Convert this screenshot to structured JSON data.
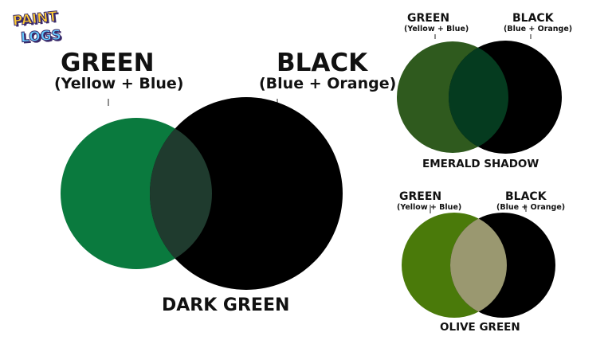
{
  "brand": {
    "line1": "PAINT",
    "line2": "LOGS"
  },
  "main": {
    "left": {
      "name": "GREEN",
      "recipe": "(Yellow + Blue)",
      "color": "#0a7a3e"
    },
    "right": {
      "name": "BLACK",
      "recipe": "(Blue + Orange)",
      "color": "#000000"
    },
    "overlap_color": "#1f3b2e",
    "result": "DARK GREEN"
  },
  "mix1": {
    "left": {
      "name": "GREEN",
      "recipe": "(Yellow + Blue)",
      "color": "#2f5a1e"
    },
    "right": {
      "name": "BLACK",
      "recipe": "(Blue + Orange)",
      "color": "#000000"
    },
    "overlap_color": "#053b1f",
    "result": "EMERALD SHADOW"
  },
  "mix2": {
    "left": {
      "name": "GREEN",
      "recipe": "(Yellow + Blue)",
      "color": "#4a7a0a"
    },
    "right": {
      "name": "BLACK",
      "recipe": "(Blue + Orange)",
      "color": "#000000"
    },
    "overlap_color": "#9a9870",
    "result": "OLIVE GREEN"
  }
}
